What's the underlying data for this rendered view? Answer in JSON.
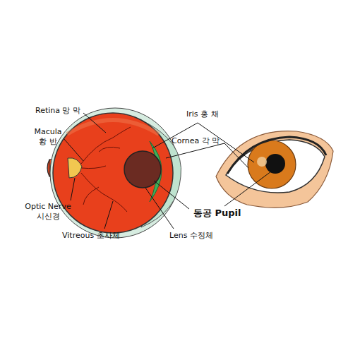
{
  "diagram": {
    "labels": [
      "Retina 망 막",
      "Macula 황 반",
      "Optic Nerve 시신경",
      "Vitreous 초사체",
      "Iris 홍 채",
      "Cornea 각 막",
      "동공 Pupil",
      "Lens 수정체"
    ]
  }
}
